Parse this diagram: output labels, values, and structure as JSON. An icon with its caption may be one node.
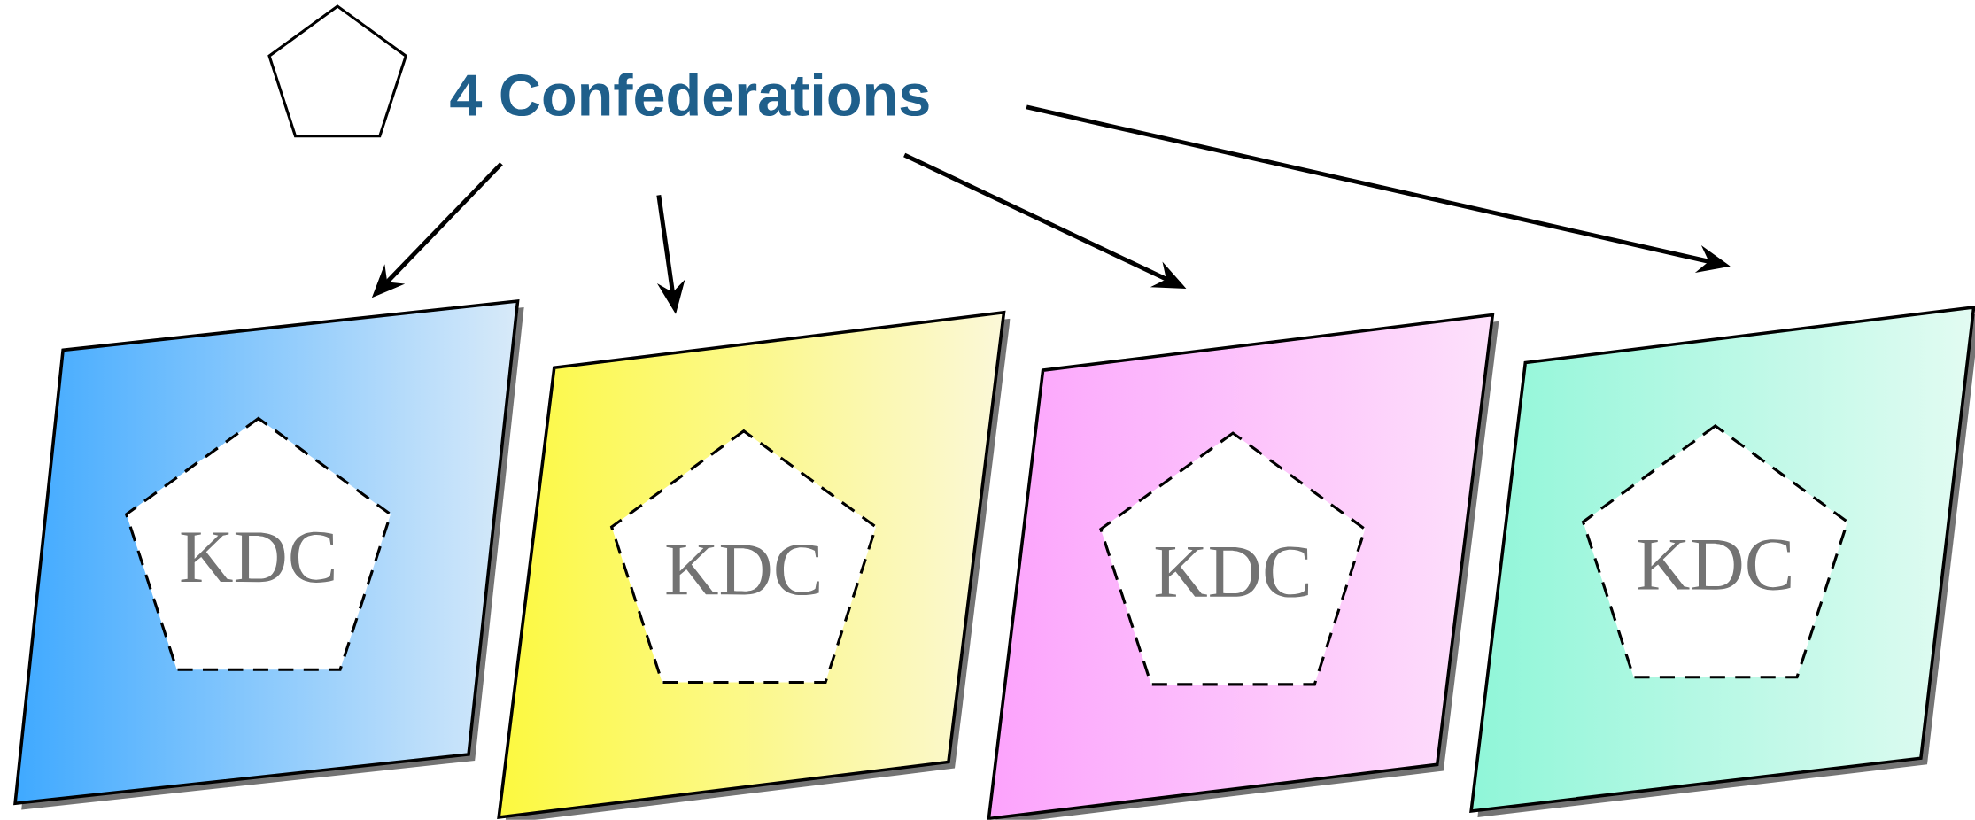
{
  "diagram": {
    "nodes": [
      {
        "text": [
          "4 Confederations"
        ]
      },
      {
        "text": [],
        "shape": "parallelogram"
      },
      {
        "text": [
          "KDC"
        ],
        "in": 1
      },
      {
        "text": [],
        "shape": "parallelogram"
      },
      {
        "text": [
          "KDC"
        ],
        "in": 3
      },
      {
        "text": [],
        "shape": "parallelogram"
      },
      {
        "text": [
          "KDC"
        ],
        "in": 5
      },
      {
        "text": [],
        "shape": "parallelogram"
      },
      {
        "text": [
          "KDC"
        ],
        "in": 7
      }
    ],
    "edges": [
      {
        "from": 0,
        "to": 1,
        "arrow": "to"
      },
      {
        "from": 0,
        "to": 3,
        "arrow": "to"
      },
      {
        "from": 0,
        "to": 5,
        "arrow": "to"
      },
      {
        "from": 0,
        "to": 7,
        "arrow": "to"
      }
    ]
  }
}
